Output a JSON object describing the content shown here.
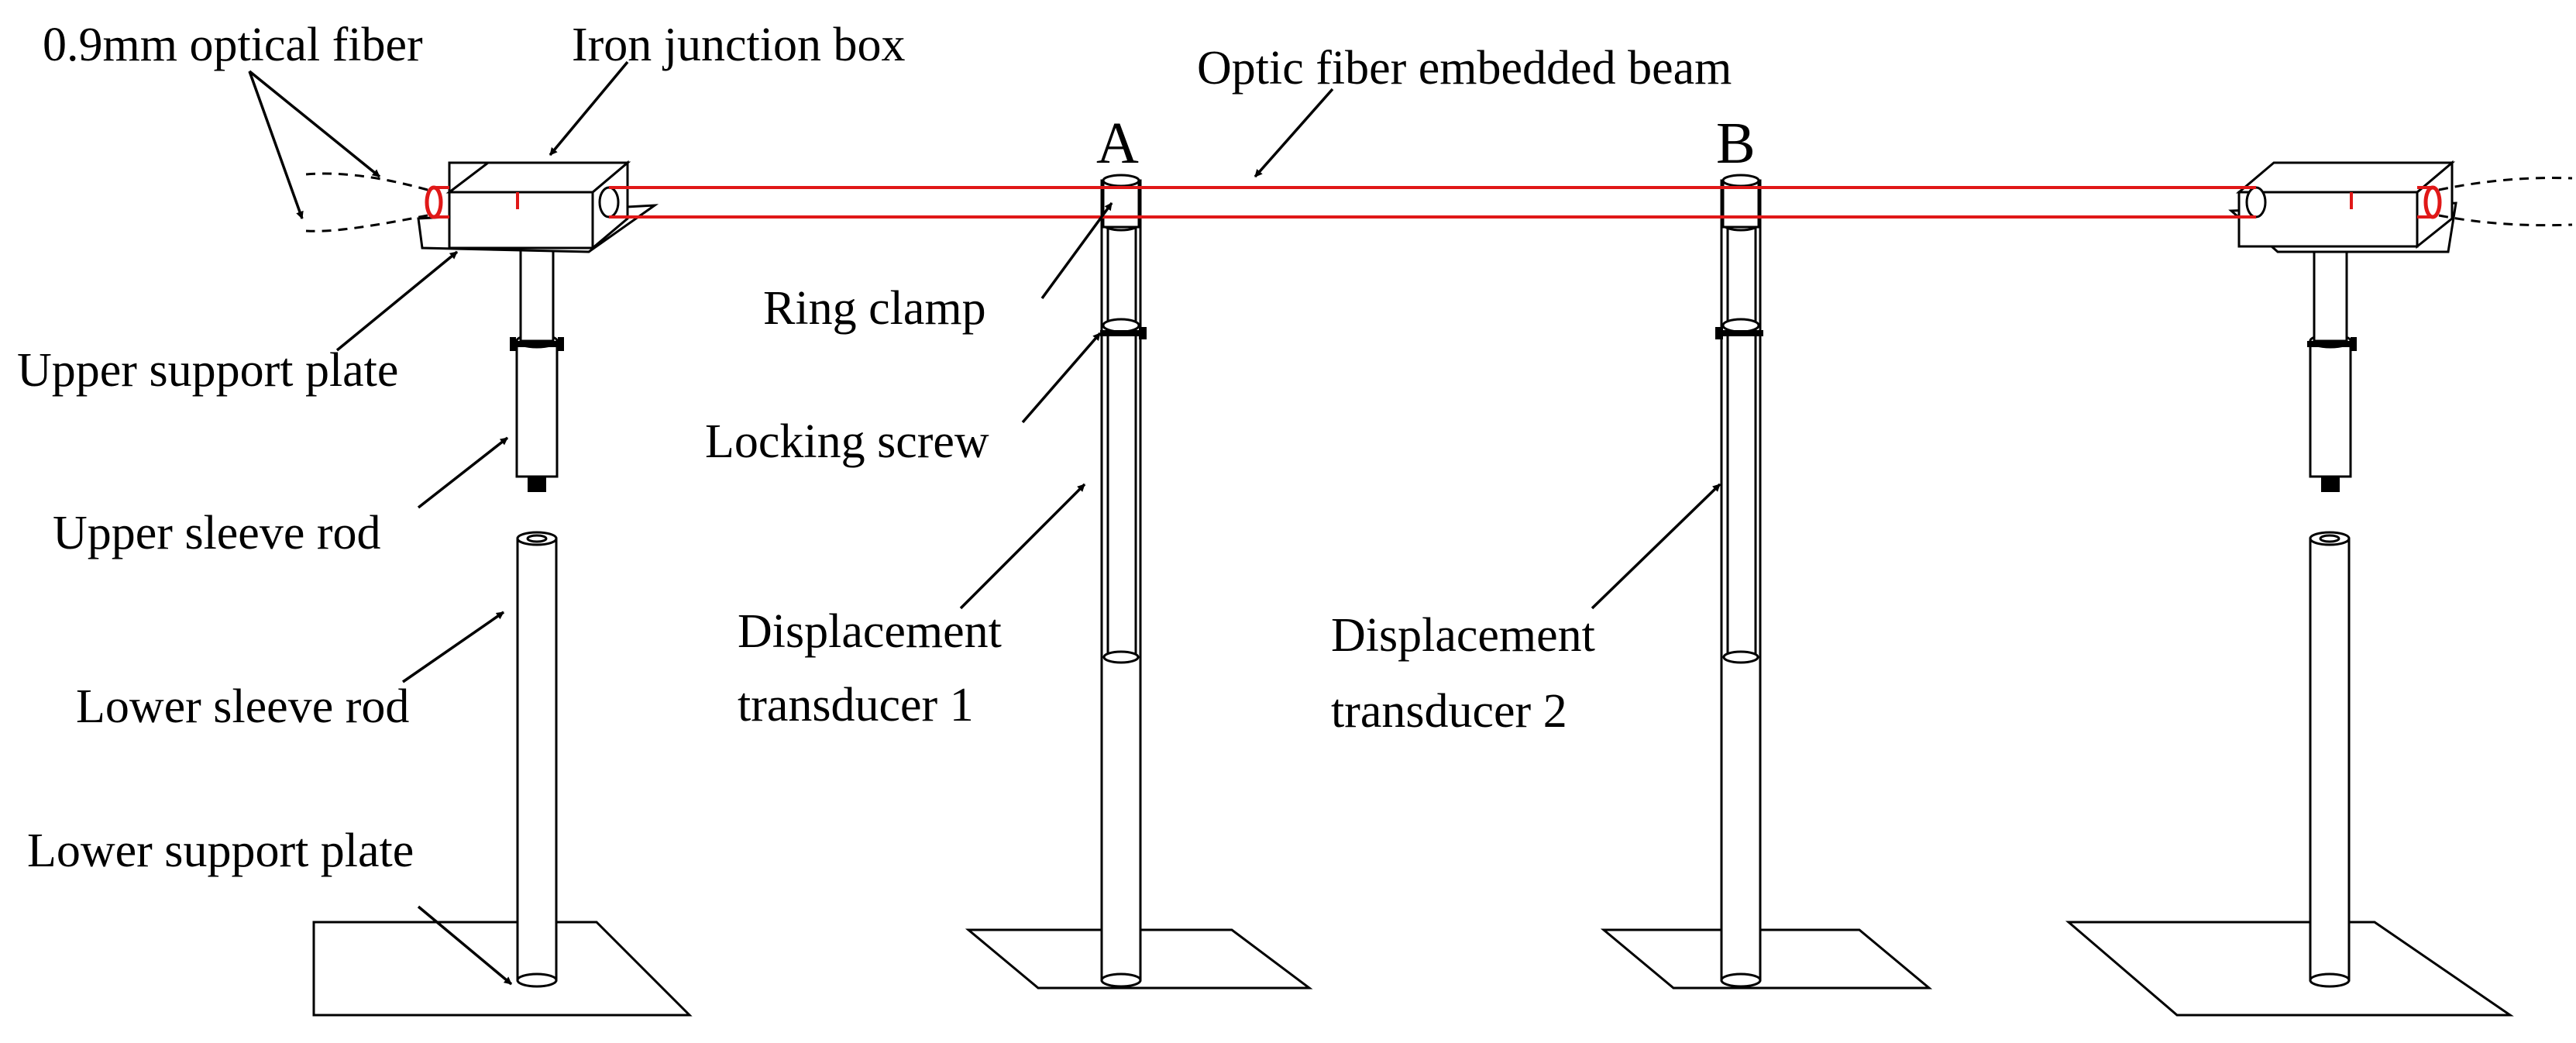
{
  "labels": {
    "fiber": "0.9mm optical fiber",
    "junction_box": "Iron junction box",
    "beam": "Optic fiber embedded beam",
    "point_a": "A",
    "point_b": "B",
    "upper_plate": "Upper support plate",
    "ring_clamp": "Ring clamp",
    "locking_screw": "Locking screw",
    "upper_sleeve": "Upper sleeve rod",
    "lower_sleeve": "Lower sleeve rod",
    "lower_plate": "Lower support plate",
    "transducer1_line1": "Displacement",
    "transducer1_line2": "transducer 1",
    "transducer2_line1": "Displacement",
    "transducer2_line2": "transducer 2"
  },
  "colors": {
    "fiber": "#e01818",
    "ink": "#000000"
  }
}
